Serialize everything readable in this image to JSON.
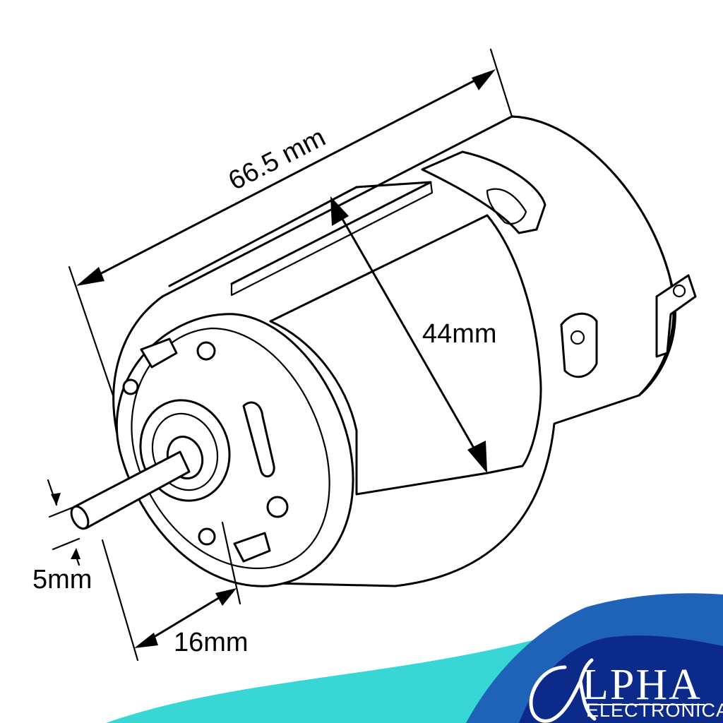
{
  "dimensions": {
    "length": "66.5 mm",
    "diameter": "44mm",
    "shaft_diameter": "5mm",
    "shaft_length": "16mm"
  },
  "brand": {
    "name": "LPHA",
    "subtitle": "ELECTRONICA"
  },
  "colors": {
    "outline": "#000000",
    "background": "#ffffff",
    "brand_dark": "#0b2a8a",
    "brand_mid": "#1f63b8",
    "brand_cyan": "#39d6d6"
  }
}
